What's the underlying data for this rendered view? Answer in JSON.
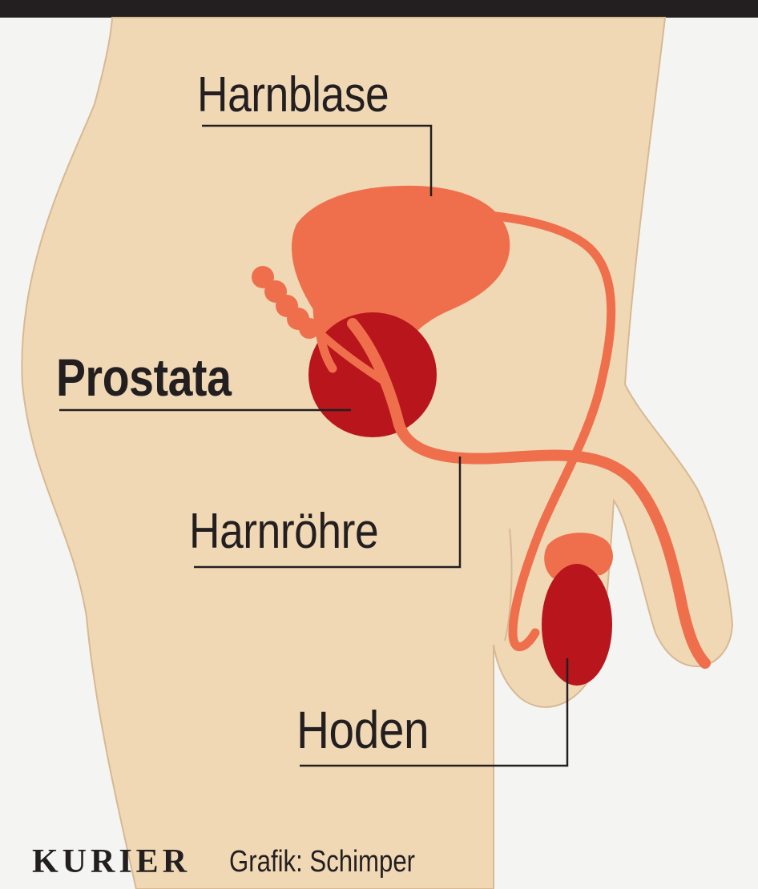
{
  "labels": {
    "bladder": "Harnblase",
    "prostate": "Prostata",
    "urethra": "Harnröhre",
    "testicle": "Hoden"
  },
  "footer": {
    "brand": "KURIER",
    "credit": "Grafik: Schimper"
  },
  "colors": {
    "background": "#f4f4f3",
    "skin": "#f1d8b5",
    "skin_outline": "#d7b992",
    "bladder": "#ef6f4c",
    "duct": "#ef6f4c",
    "prostate": "#b8151c",
    "testicle": "#b8151c",
    "ink": "#231f20"
  }
}
